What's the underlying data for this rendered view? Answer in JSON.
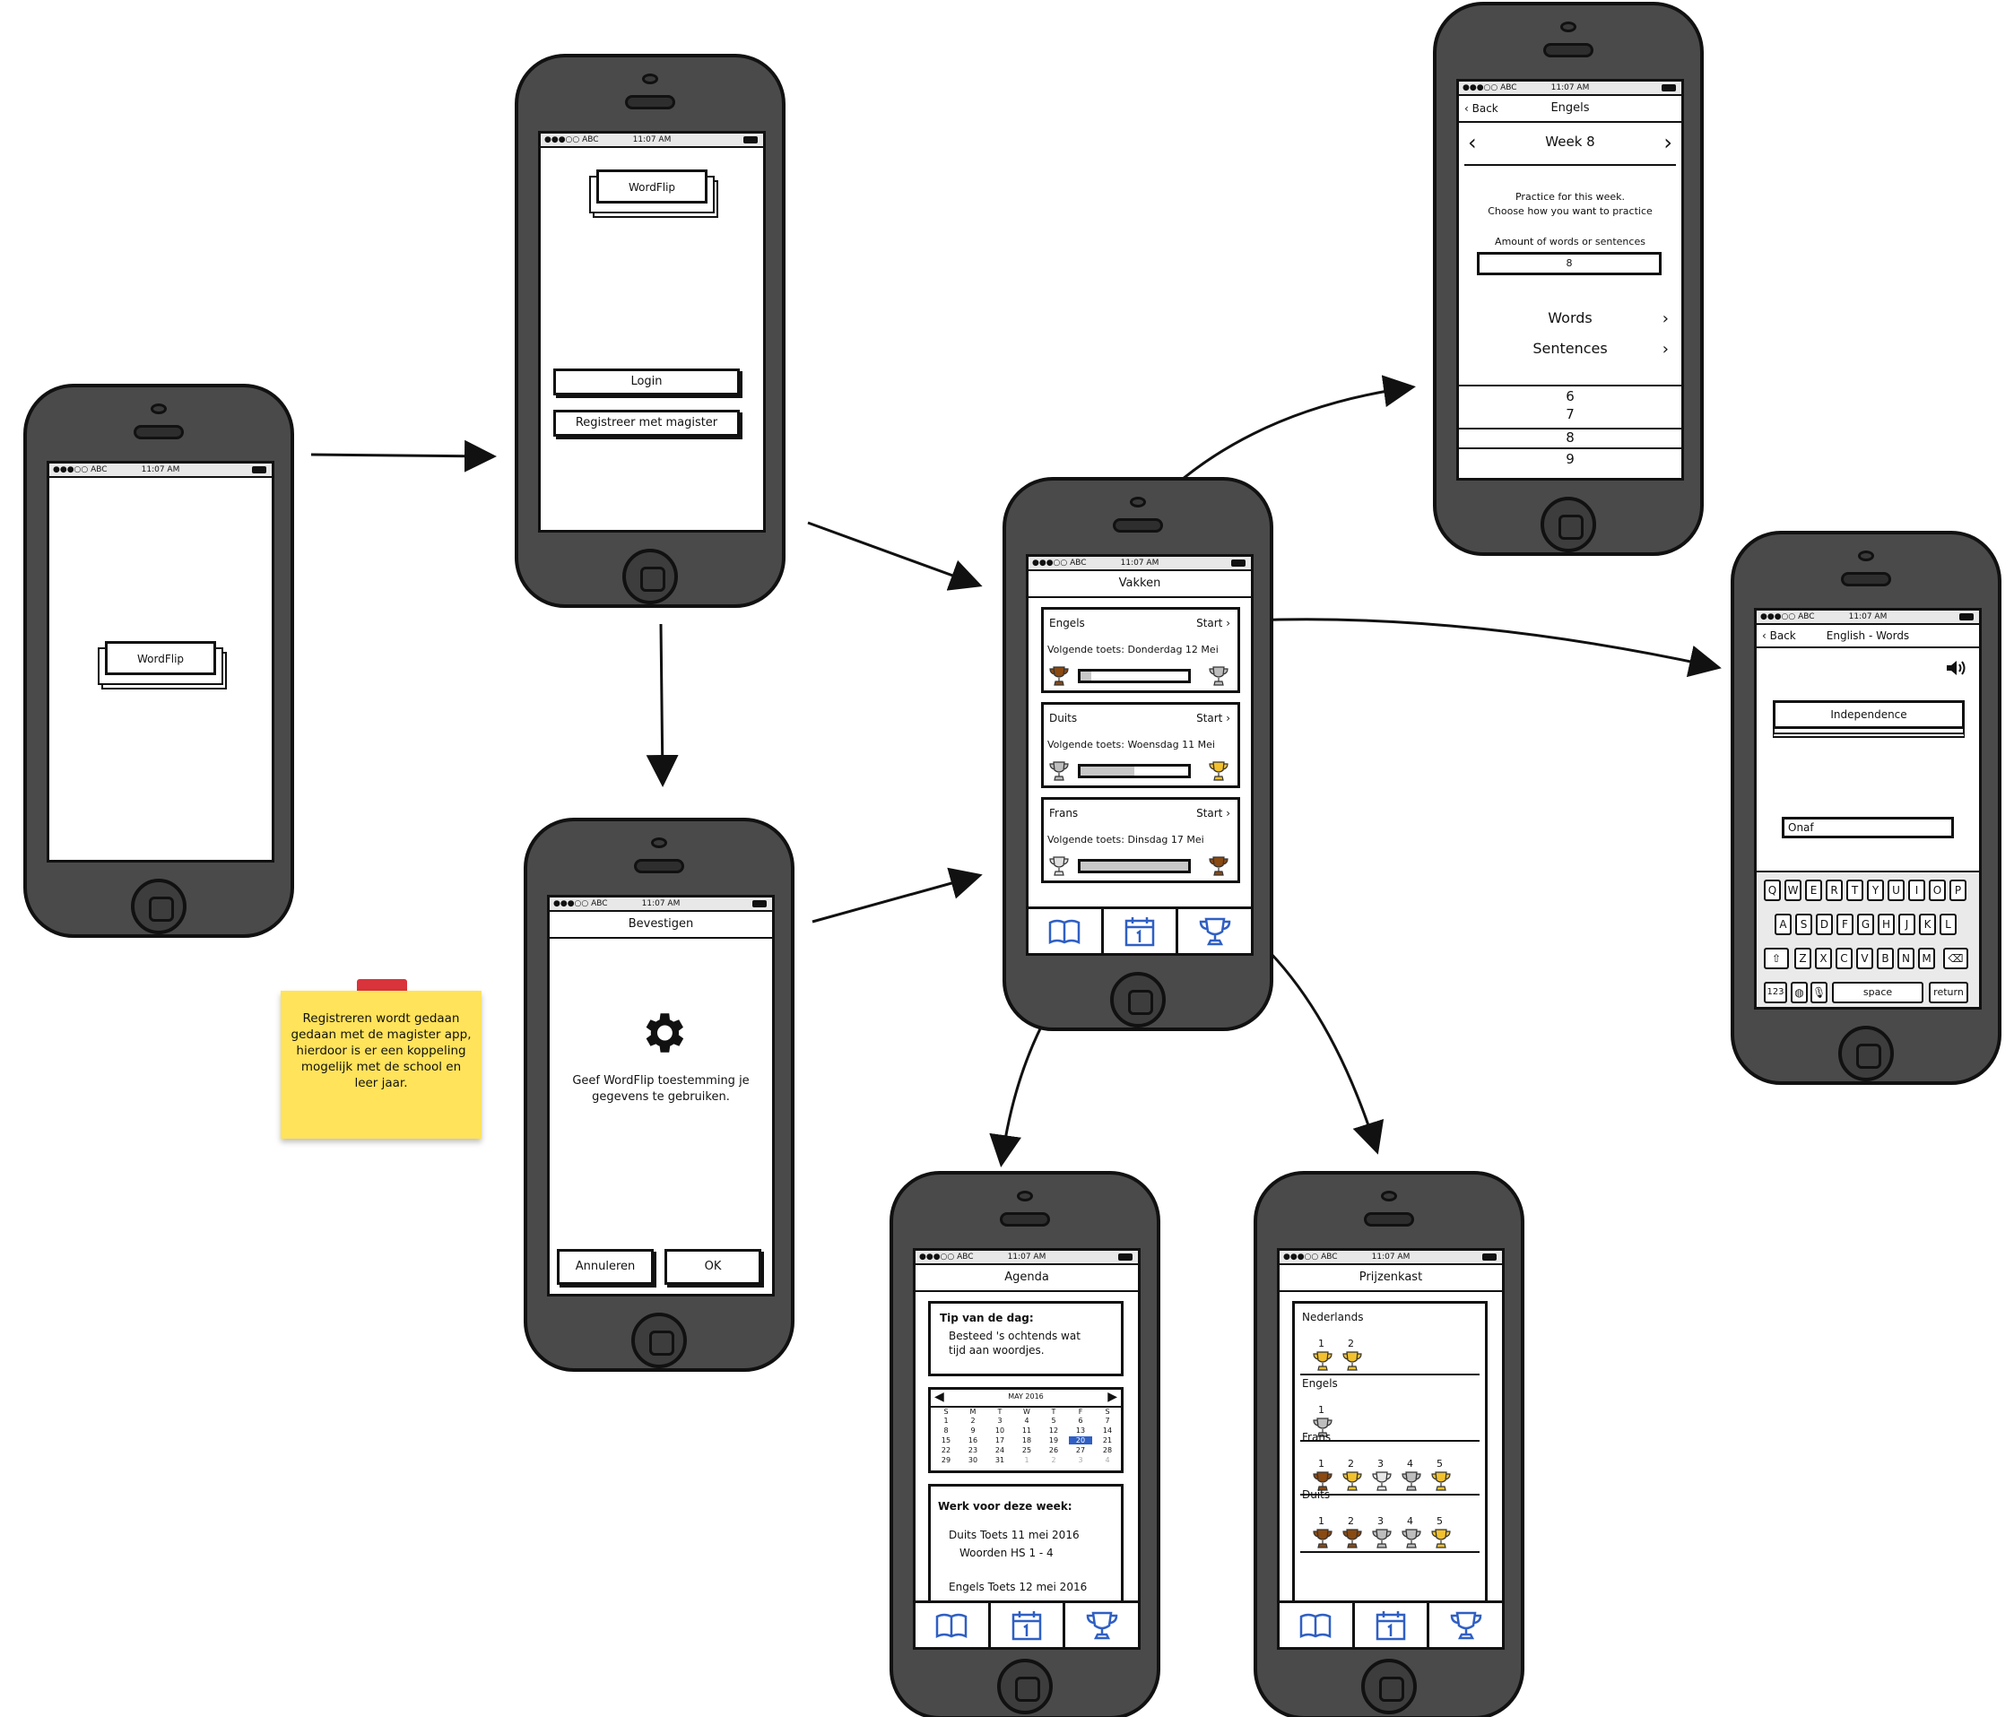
{
  "status": {
    "carrier": "●●●○○ ABC",
    "time": "11:07 AM"
  },
  "splash": {
    "logo": "WordFlip"
  },
  "login": {
    "logo": "WordFlip",
    "login_button": "Login",
    "register_button": "Registreer met magister"
  },
  "confirm": {
    "title": "Bevestigen",
    "message": "Geef WordFlip toestemming je gegevens te gebruiken.",
    "cancel_button": "Annuleren",
    "ok_button": "OK"
  },
  "sticky_note": "Registreren wordt gedaan gedaan met de magister app, hierdoor is er een koppeling mogelijk met de school en leer jaar.",
  "vakken": {
    "title": "Vakken",
    "subjects": [
      {
        "name": "Engels",
        "start": "Start",
        "next_test": "Volgende toets: Donderdag 12 Mei",
        "progress": 0.1,
        "left_trophy": "#8a4a12",
        "right_trophy": "#bdbdbd"
      },
      {
        "name": "Duits",
        "start": "Start",
        "next_test": "Volgende toets: Woensdag 11 Mei",
        "progress": 0.5,
        "left_trophy": "#bdbdbd",
        "right_trophy": "#f2c12e"
      },
      {
        "name": "Frans",
        "start": "Start",
        "next_test": "Volgende toets: Dinsdag 17 Mei",
        "progress": 1.0,
        "left_trophy": "#e0e0e0",
        "right_trophy": "#8a4a12"
      }
    ]
  },
  "engels": {
    "back": "Back",
    "title": "Engels",
    "week": "Week 8",
    "line1": "Practice for this week.",
    "line2": "Choose how you want to practice",
    "amount_label": "Amount of words or sentences",
    "amount_value": "8",
    "words": "Words",
    "sentences": "Sentences",
    "picker": [
      "6",
      "7",
      "8",
      "9"
    ]
  },
  "words_screen": {
    "back": "Back",
    "title": "English - Words",
    "card": "Independence",
    "answer": "Onaf",
    "keys_row1": [
      "Q",
      "W",
      "E",
      "R",
      "T",
      "Y",
      "U",
      "I",
      "O",
      "P"
    ],
    "keys_row2": [
      "A",
      "S",
      "D",
      "F",
      "G",
      "H",
      "J",
      "K",
      "L"
    ],
    "keys_row3": [
      "Z",
      "X",
      "C",
      "V",
      "B",
      "N",
      "M"
    ],
    "key_123": "123",
    "key_space": "space",
    "key_return": "return"
  },
  "agenda": {
    "title": "Agenda",
    "tip_title": "Tip van de dag:",
    "tip_text1": "Besteed 's ochtends wat",
    "tip_text2": "tijd aan woordjes.",
    "month": "MAY 2016",
    "weekdays": [
      "S",
      "M",
      "T",
      "W",
      "T",
      "F",
      "S"
    ],
    "weeks": [
      [
        "1",
        "2",
        "3",
        "4",
        "5",
        "6",
        "7"
      ],
      [
        "8",
        "9",
        "10",
        "11",
        "12",
        "13",
        "14"
      ],
      [
        "15",
        "16",
        "17",
        "18",
        "19",
        "20",
        "21"
      ],
      [
        "22",
        "23",
        "24",
        "25",
        "26",
        "27",
        "28"
      ],
      [
        "29",
        "30",
        "31",
        "1",
        "2",
        "3",
        "4"
      ]
    ],
    "selected_day": "20",
    "work_title": "Werk voor deze week:",
    "work1": "Duits Toets 11 mei 2016",
    "work1_sub": "Woorden HS 1 - 4",
    "work2": "Engels Toets 12 mei 2016"
  },
  "prijzenkast": {
    "title": "Prijzenkast",
    "sections": [
      {
        "name": "Nederlands",
        "trophies": [
          {
            "n": "1",
            "c": "#f2c12e"
          },
          {
            "n": "2",
            "c": "#f2c12e"
          }
        ]
      },
      {
        "name": "Engels",
        "trophies": [
          {
            "n": "1",
            "c": "#bdbdbd"
          }
        ]
      },
      {
        "name": "Frans",
        "trophies": [
          {
            "n": "1",
            "c": "#8a4a12"
          },
          {
            "n": "2",
            "c": "#f2c12e"
          },
          {
            "n": "3",
            "c": "#e6e6e6"
          },
          {
            "n": "4",
            "c": "#bdbdbd"
          },
          {
            "n": "5",
            "c": "#f2c12e"
          }
        ]
      },
      {
        "name": "Duits",
        "trophies": [
          {
            "n": "1",
            "c": "#8a4a12"
          },
          {
            "n": "2",
            "c": "#8a4a12"
          },
          {
            "n": "3",
            "c": "#bdbdbd"
          },
          {
            "n": "4",
            "c": "#bdbdbd"
          },
          {
            "n": "5",
            "c": "#f2c12e"
          }
        ]
      }
    ]
  },
  "colors": {
    "phone": "#4a4a4a",
    "tab_icon": "#2f5fc4",
    "note": "#ffe35a",
    "note_tape": "#d9333b"
  }
}
